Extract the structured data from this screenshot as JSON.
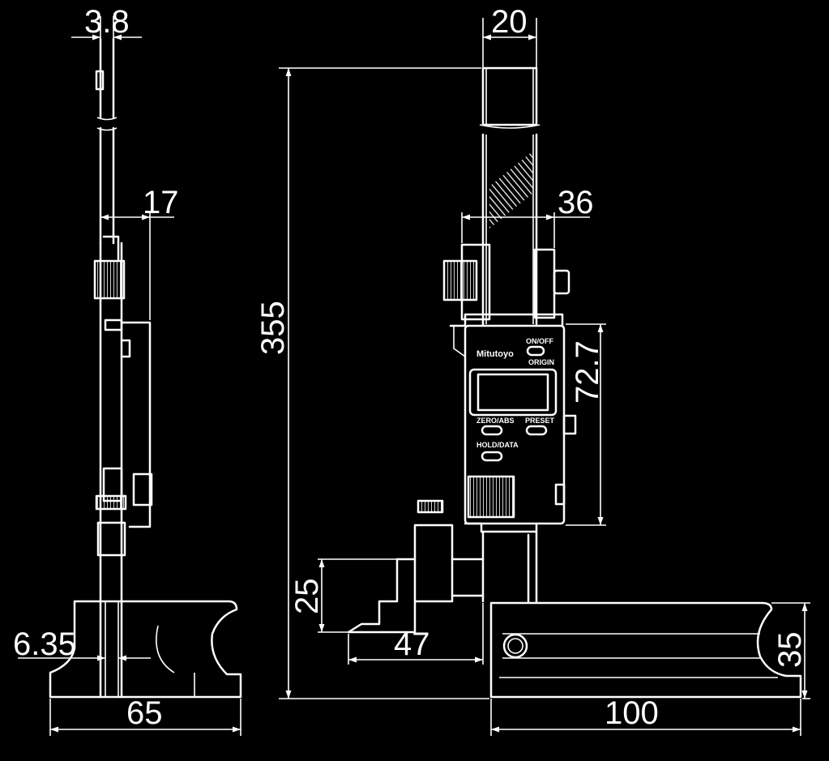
{
  "dimensions": {
    "blade_thickness": "3.8",
    "slider_offset": "17",
    "base_slot": "6.35",
    "base_width_side": "65",
    "column_width": "20",
    "overall_height": "355",
    "head_depth": "36",
    "display_height": "72.7",
    "scriber_height": "25",
    "scriber_reach": "47",
    "base_height": "35",
    "base_length": "100"
  },
  "display_panel": {
    "brand": "Mitutoyo",
    "on_off_label": "ON/OFF",
    "origin_label": "ORIGIN",
    "zero_abs_label": "ZERO/ABS",
    "preset_label": "PRESET",
    "hold_data_label": "HOLD/DATA"
  }
}
